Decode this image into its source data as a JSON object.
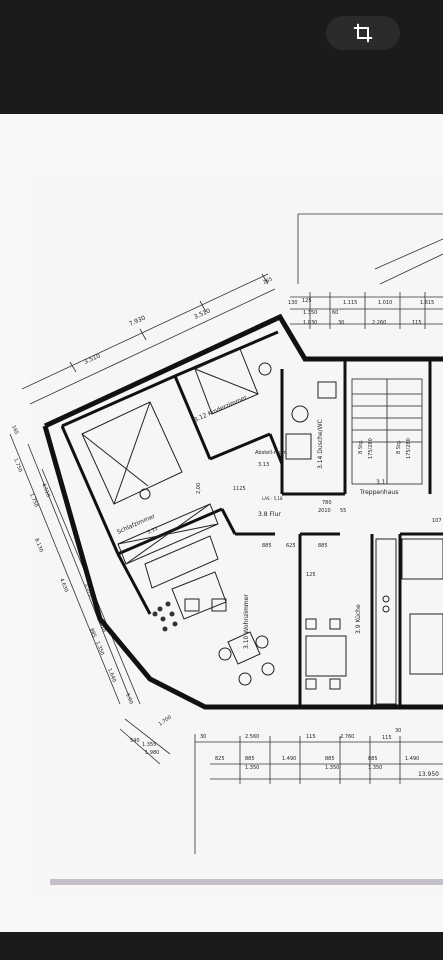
{
  "toolbar": {
    "crop_icon": "crop-icon"
  },
  "plan": {
    "dims_top": [
      "7.930",
      "3.510",
      "3.510",
      "265",
      "125",
      "60",
      "1.115",
      "1.010",
      "1.615",
      "130",
      "1.350",
      "1.030",
      "30",
      "2.260",
      "115"
    ],
    "dims_left": [
      "165",
      "1.750",
      "1.750",
      "4.510",
      "8.130",
      "4.630",
      "3.010",
      "1.370",
      "885",
      "1.350",
      "1.640",
      "5.90"
    ],
    "dims_bottom": [
      "30",
      "2.560",
      "115",
      "2.760",
      "30",
      "115",
      "825",
      "885",
      "1.350",
      "1.490",
      "885",
      "1.350",
      "885",
      "1.490",
      "1.350",
      "13.950",
      "1.700",
      "540",
      "1.980",
      "1.355"
    ],
    "rooms": {
      "kinderzimmer": "3.12 Kinderzimmer",
      "schlafzimmer": "Schlafzimmer",
      "schlafzimmer_num": "3.11",
      "abstellraum": "Abstell-raum",
      "abstellraum_num": "3.13",
      "dusche": "3.14 Dusche/WC",
      "treppenhaus_num": "3.1",
      "treppenhaus": "Treppenhaus",
      "flur": "3.8 Flur",
      "wohnzimmer": "3.10 Wohnzimmer",
      "kueche": "3.9 Küche"
    },
    "labels": {
      "stair_a": "8 Stg.",
      "stair_a2": "175/280",
      "stair_b": "8 Stg.",
      "stair_b2": "175/280",
      "las": "LAS - 5,18",
      "d1": "1125",
      "d2": "2,00",
      "d3": "885",
      "d4": "625",
      "d5": "885",
      "d6": "125",
      "d7": "2010",
      "d8": "780",
      "d9": "55",
      "d10": "107"
    }
  }
}
